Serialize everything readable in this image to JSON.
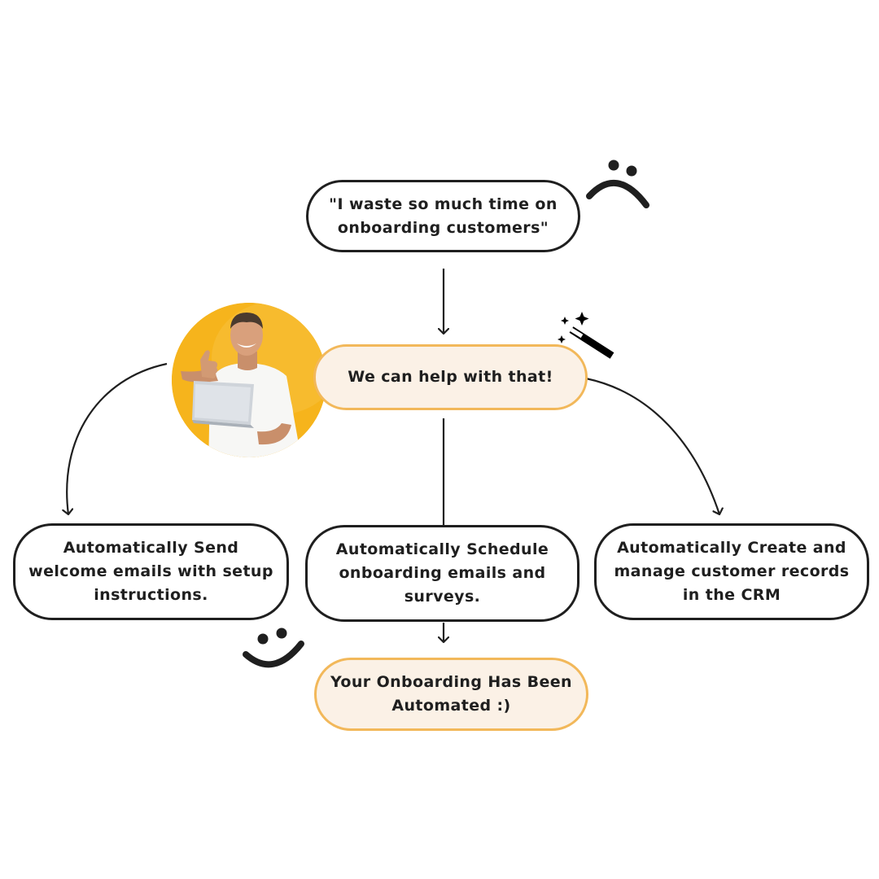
{
  "diagram": {
    "problem": "\"I waste so much time on onboarding customers\"",
    "help": "We can help with that!",
    "branches": [
      "Automatically Send welcome emails with setup instructions.",
      "Automatically Schedule onboarding emails and surveys.",
      "Automatically Create and manage customer records in the CRM"
    ],
    "result": "Your Onboarding Has Been Automated :)"
  },
  "colors": {
    "ink": "#1f1f1f",
    "accent_border": "#f2b85a",
    "accent_fill": "#fbf1e6",
    "avatar_bg": "#f5b31b"
  },
  "icons": [
    "sad-face-icon",
    "magic-wand-icon",
    "happy-face-icon",
    "person-with-laptop-photo"
  ]
}
